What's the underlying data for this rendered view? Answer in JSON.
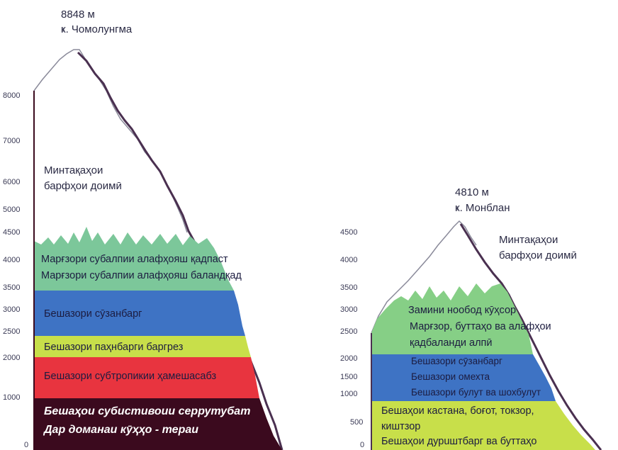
{
  "everest": {
    "peak_height": "8848 м",
    "peak_name": "ҝ. Чомолунгма",
    "ticks": [
      "8000",
      "7000",
      "6000",
      "5000",
      "4500",
      "4000",
      "3500",
      "3000",
      "2500",
      "2000",
      "1000",
      "0"
    ],
    "zones": {
      "snow_line1": "Минтақаҳои",
      "snow_line2": "барфҳои доимӣ",
      "alpine_1": "Марғзори субалпии алафҳояш қадпаст",
      "alpine_2": "Марғзори субалпии алафҳояш баландқад",
      "conifer": "Бешазори сӯзанбарг",
      "deciduous": "Бешазори паҳнбарги баргрез",
      "subtropical": "Бешазори субтропикии ҳамешасабз",
      "terai_1": "Бешаҳои субистивоии серрутубат",
      "terai_2": "Дар доманаи кӯҳҳо - тераи"
    },
    "colors": {
      "alpine": "#7cc79a",
      "conifer": "#3e73c4",
      "deciduous": "#c8df4a",
      "subtropical": "#e8343f",
      "base": "#3b0a1e"
    }
  },
  "mont_blanc": {
    "peak_height": "4810 м",
    "peak_name": "ҝ. Монблан",
    "ticks": [
      "4500",
      "4000",
      "3500",
      "3000",
      "2500",
      "2000",
      "1500",
      "1000",
      "500",
      "0"
    ],
    "zones": {
      "snow_line1": "Минтақаҳои",
      "snow_line2": "барфҳои доимӣ",
      "nival": "Замини нообод кӯҳсор",
      "meadow_1": "Марғзор, буттаҳо ва алафҳои",
      "meadow_2": "қадбаланди алпӣ",
      "conifer": "Бешазори сӯзанбарг",
      "mixed": "Бешазори омехта",
      "beech": "Бешазори булут ва шохбулут",
      "steppe_1": "Бешаҳои кастана, боғот, токзор,",
      "steppe_2": "киштзор",
      "hardleaf": "Бешаҳои дурuштбарг ва буттаҳо"
    },
    "colors": {
      "alpine": "#86cf86",
      "forest": "#3e73c4",
      "lowland": "#c8df4a"
    }
  }
}
